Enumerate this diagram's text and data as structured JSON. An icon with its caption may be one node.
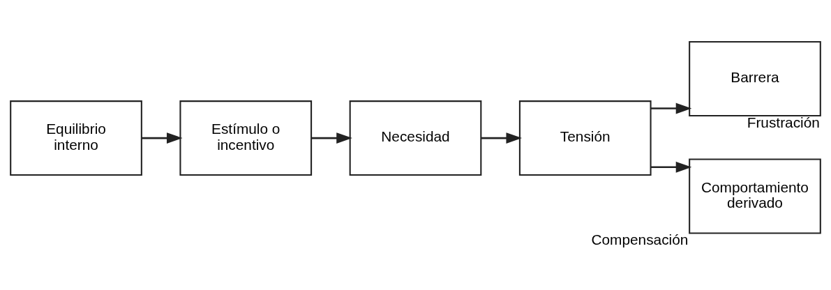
{
  "diagram": {
    "nodes": [
      {
        "text": [
          "Equilibrio interno"
        ]
      },
      {
        "text": [
          "Estímulo o incentivo"
        ]
      },
      {
        "text": [
          "Necesidad"
        ]
      },
      {
        "text": [
          "Tensión"
        ]
      },
      {
        "text": [
          "Barrera"
        ],
        "beside": [
          "Frustración"
        ]
      },
      {
        "text": [
          "Comportamiento derivado"
        ],
        "beside": [
          "Compensación"
        ]
      }
    ],
    "edges": [
      {
        "from": 0,
        "to": 1,
        "arrow": "to"
      },
      {
        "from": 1,
        "to": 2,
        "arrow": "to"
      },
      {
        "from": 2,
        "to": 3,
        "arrow": "to"
      },
      {
        "from": 3,
        "to": 4,
        "arrow": "to"
      },
      {
        "from": 3,
        "to": 5,
        "arrow": "to"
      }
    ]
  }
}
